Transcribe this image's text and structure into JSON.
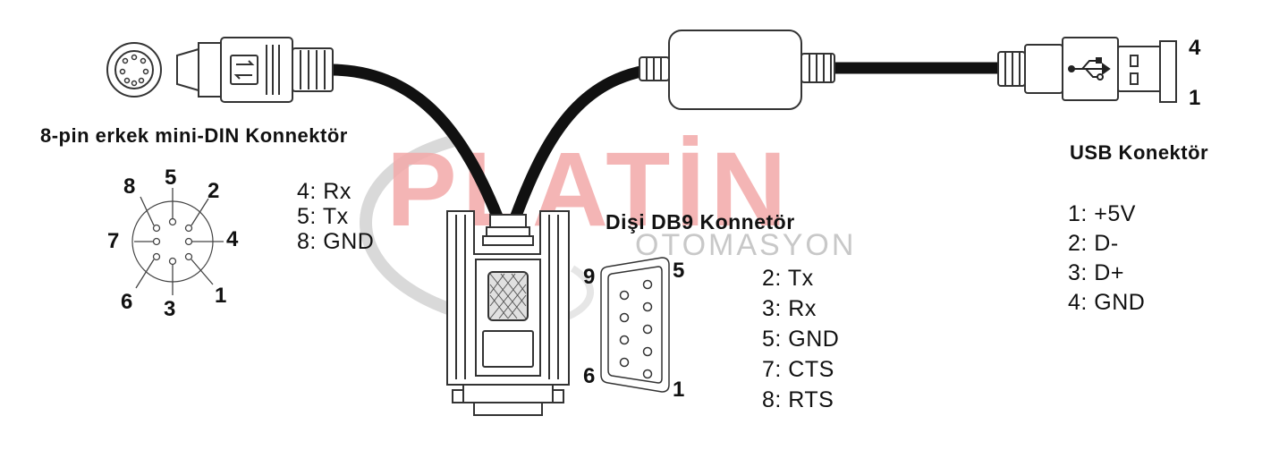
{
  "minidin": {
    "title": "8-pin erkek mini-DIN Konnektör",
    "pins": [
      "8",
      "5",
      "2",
      "7",
      "4",
      "6",
      "3",
      "1"
    ],
    "signals": [
      "4: Rx",
      "5: Tx",
      "8: GND"
    ]
  },
  "db9": {
    "title": "Dişi DB9 Konnetör",
    "pins": [
      "9",
      "5",
      "6",
      "1"
    ],
    "signals": [
      "2: Tx",
      "3: Rx",
      "5: GND",
      "7: CTS",
      "8: RTS"
    ]
  },
  "usb": {
    "title": "USB Konektör",
    "pins": [
      "4",
      "1"
    ],
    "signals": [
      "1: +5V",
      "2: D-",
      "3: D+",
      "4: GND"
    ]
  },
  "watermark": {
    "brand": "PLATİN",
    "sub": "OTOMASYON",
    "brand_color": "#f2a8a8",
    "sub_color": "#c8c8c8"
  }
}
